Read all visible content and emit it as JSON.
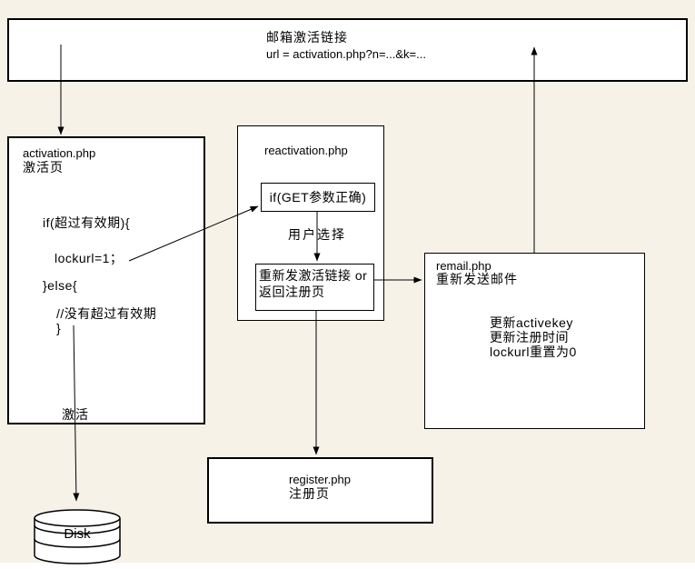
{
  "colors": {
    "canvas_bg": "#f6f2e8",
    "node_bg": "#ffffff",
    "line": "#000000",
    "bottom_strip": "#ffffff"
  },
  "nodes": {
    "email_link": {
      "title": "邮箱激活链接",
      "url": "url = activation.php?n=...&k=..."
    },
    "activation": {
      "filename": "activation.php",
      "page_label": "激活页",
      "code": [
        "if(超过有效期){",
        "lockurl=1；",
        "}else{",
        "//没有超过有效期",
        "}"
      ],
      "edge_label": "激活"
    },
    "reactivation": {
      "filename": "reactivation.php",
      "condition": "if(GET参数正确)",
      "choice_label": "用户选择",
      "action_line1": "重新发激活链接 or",
      "action_line2": "返回注册页"
    },
    "remail": {
      "filename": "remail.php",
      "label": "重新发送邮件",
      "details": [
        "更新activekey",
        "更新注册时间",
        "lockurl重置为0"
      ]
    },
    "register": {
      "filename": "register.php",
      "label": "注册页"
    },
    "disk": {
      "label": "Disk"
    }
  }
}
